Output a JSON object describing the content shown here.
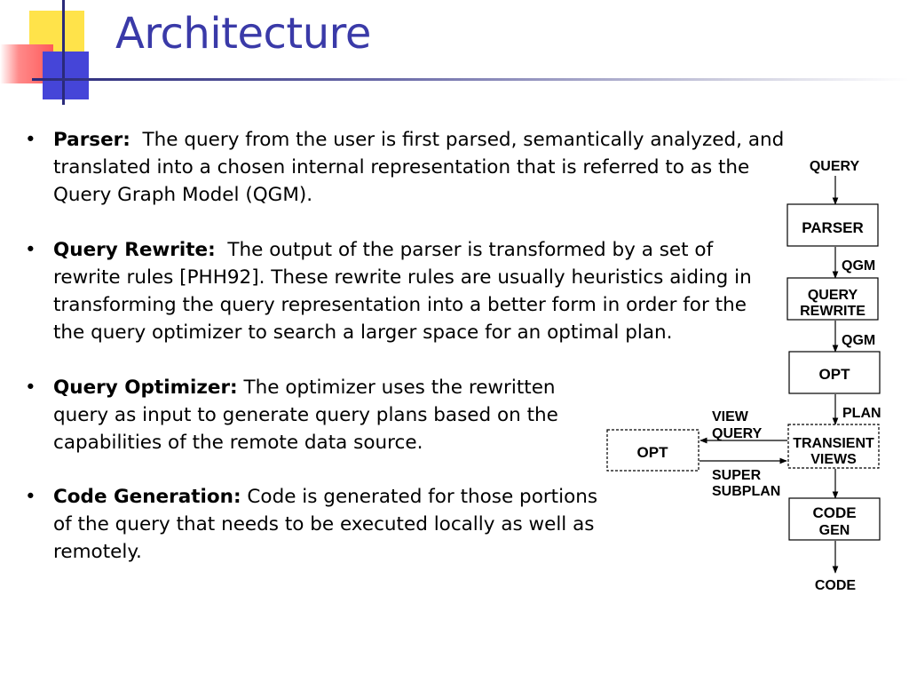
{
  "title": "Architecture",
  "bullets": [
    {
      "term": "Parser:",
      "text": "The query from the user is first parsed, semantically analyzed, and translated into a chosen internal representation that is referred to as the Query Graph Model (QGM)."
    },
    {
      "term": "Query Rewrite:",
      "text": "The output of the parser is transformed by a set of rewrite rules [PHH92]. These rewrite rules are usually heuristics aiding in transforming the query representation into a better form in order for the the query optimizer to search a larger space for an optimal plan."
    },
    {
      "term": "Query Optimizer:",
      "text": "The optimizer uses the rewritten query as input to generate query plans based on the capabilities of the remote data source."
    },
    {
      "term": "Code Generation:",
      "text": "Code is generated for those portions of the query that  needs to be executed locally as well as remotely."
    }
  ],
  "diagram": {
    "input_label": "QUERY",
    "parser_box": "PARSER",
    "qgm_label_1": "QGM",
    "rewrite_line1": "QUERY",
    "rewrite_line2": "REWRITE",
    "qgm_label_2": "QGM",
    "opt_box": "OPT",
    "plan_label": "PLAN",
    "transient_line1": "TRANSIENT",
    "transient_line2": "VIEWS",
    "remote_opt_box": "OPT",
    "view_query_line1": "VIEW",
    "view_query_line2": "QUERY",
    "super_subplan_line1": "SUPER",
    "super_subplan_line2": "SUBPLAN",
    "codegen_line1": "CODE",
    "codegen_line2": "GEN",
    "output_label": "CODE"
  }
}
